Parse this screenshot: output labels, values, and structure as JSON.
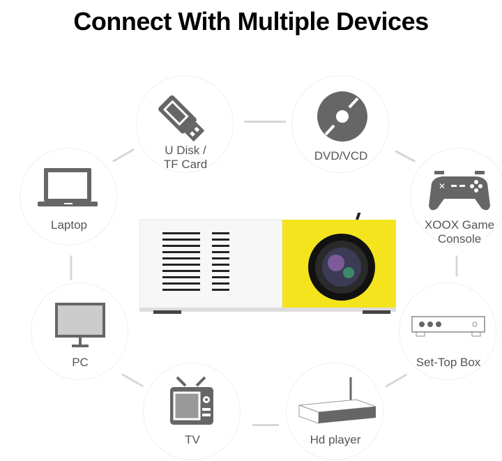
{
  "title": "Connect With Multiple Devices",
  "devices": [
    {
      "id": "udisk",
      "label_line1": "U Disk /",
      "label_line2": "TF Card",
      "icon": "usb-drive-icon"
    },
    {
      "id": "dvd",
      "label_line1": "DVD/VCD",
      "label_line2": "",
      "icon": "disc-icon"
    },
    {
      "id": "laptop",
      "label_line1": "Laptop",
      "label_line2": "",
      "icon": "laptop-icon"
    },
    {
      "id": "game",
      "label_line1": "XOOX Game",
      "label_line2": "Console",
      "icon": "gamepad-icon"
    },
    {
      "id": "pc",
      "label_line1": "PC",
      "label_line2": "",
      "icon": "monitor-icon"
    },
    {
      "id": "settop",
      "label_line1": "Set-Top Box",
      "label_line2": "",
      "icon": "set-top-box-icon"
    },
    {
      "id": "tv",
      "label_line1": "TV",
      "label_line2": "",
      "icon": "tv-icon"
    },
    {
      "id": "hdplayer",
      "label_line1": "Hd player",
      "label_line2": "",
      "icon": "media-player-icon"
    }
  ],
  "colors": {
    "icon": "#666666",
    "label": "#555555",
    "line": "#d6d6d6",
    "projector_yellow": "#f4e41e"
  }
}
